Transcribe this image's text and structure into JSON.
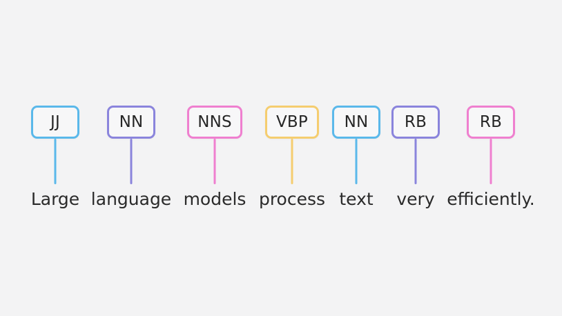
{
  "tokens": [
    {
      "tag": "JJ",
      "word": "Large",
      "color": "#5ab8ea"
    },
    {
      "tag": "NN",
      "word": "language",
      "color": "#8a84dc"
    },
    {
      "tag": "NNS",
      "word": "models",
      "color": "#ef7fcf"
    },
    {
      "tag": "VBP",
      "word": "process",
      "color": "#f5cd6f"
    },
    {
      "tag": "NN",
      "word": "text",
      "color": "#5ab8ea"
    },
    {
      "tag": "RB",
      "word": "very",
      "color": "#8a84dc"
    },
    {
      "tag": "RB",
      "word": "efficiently.",
      "color": "#ef7fcf"
    }
  ]
}
